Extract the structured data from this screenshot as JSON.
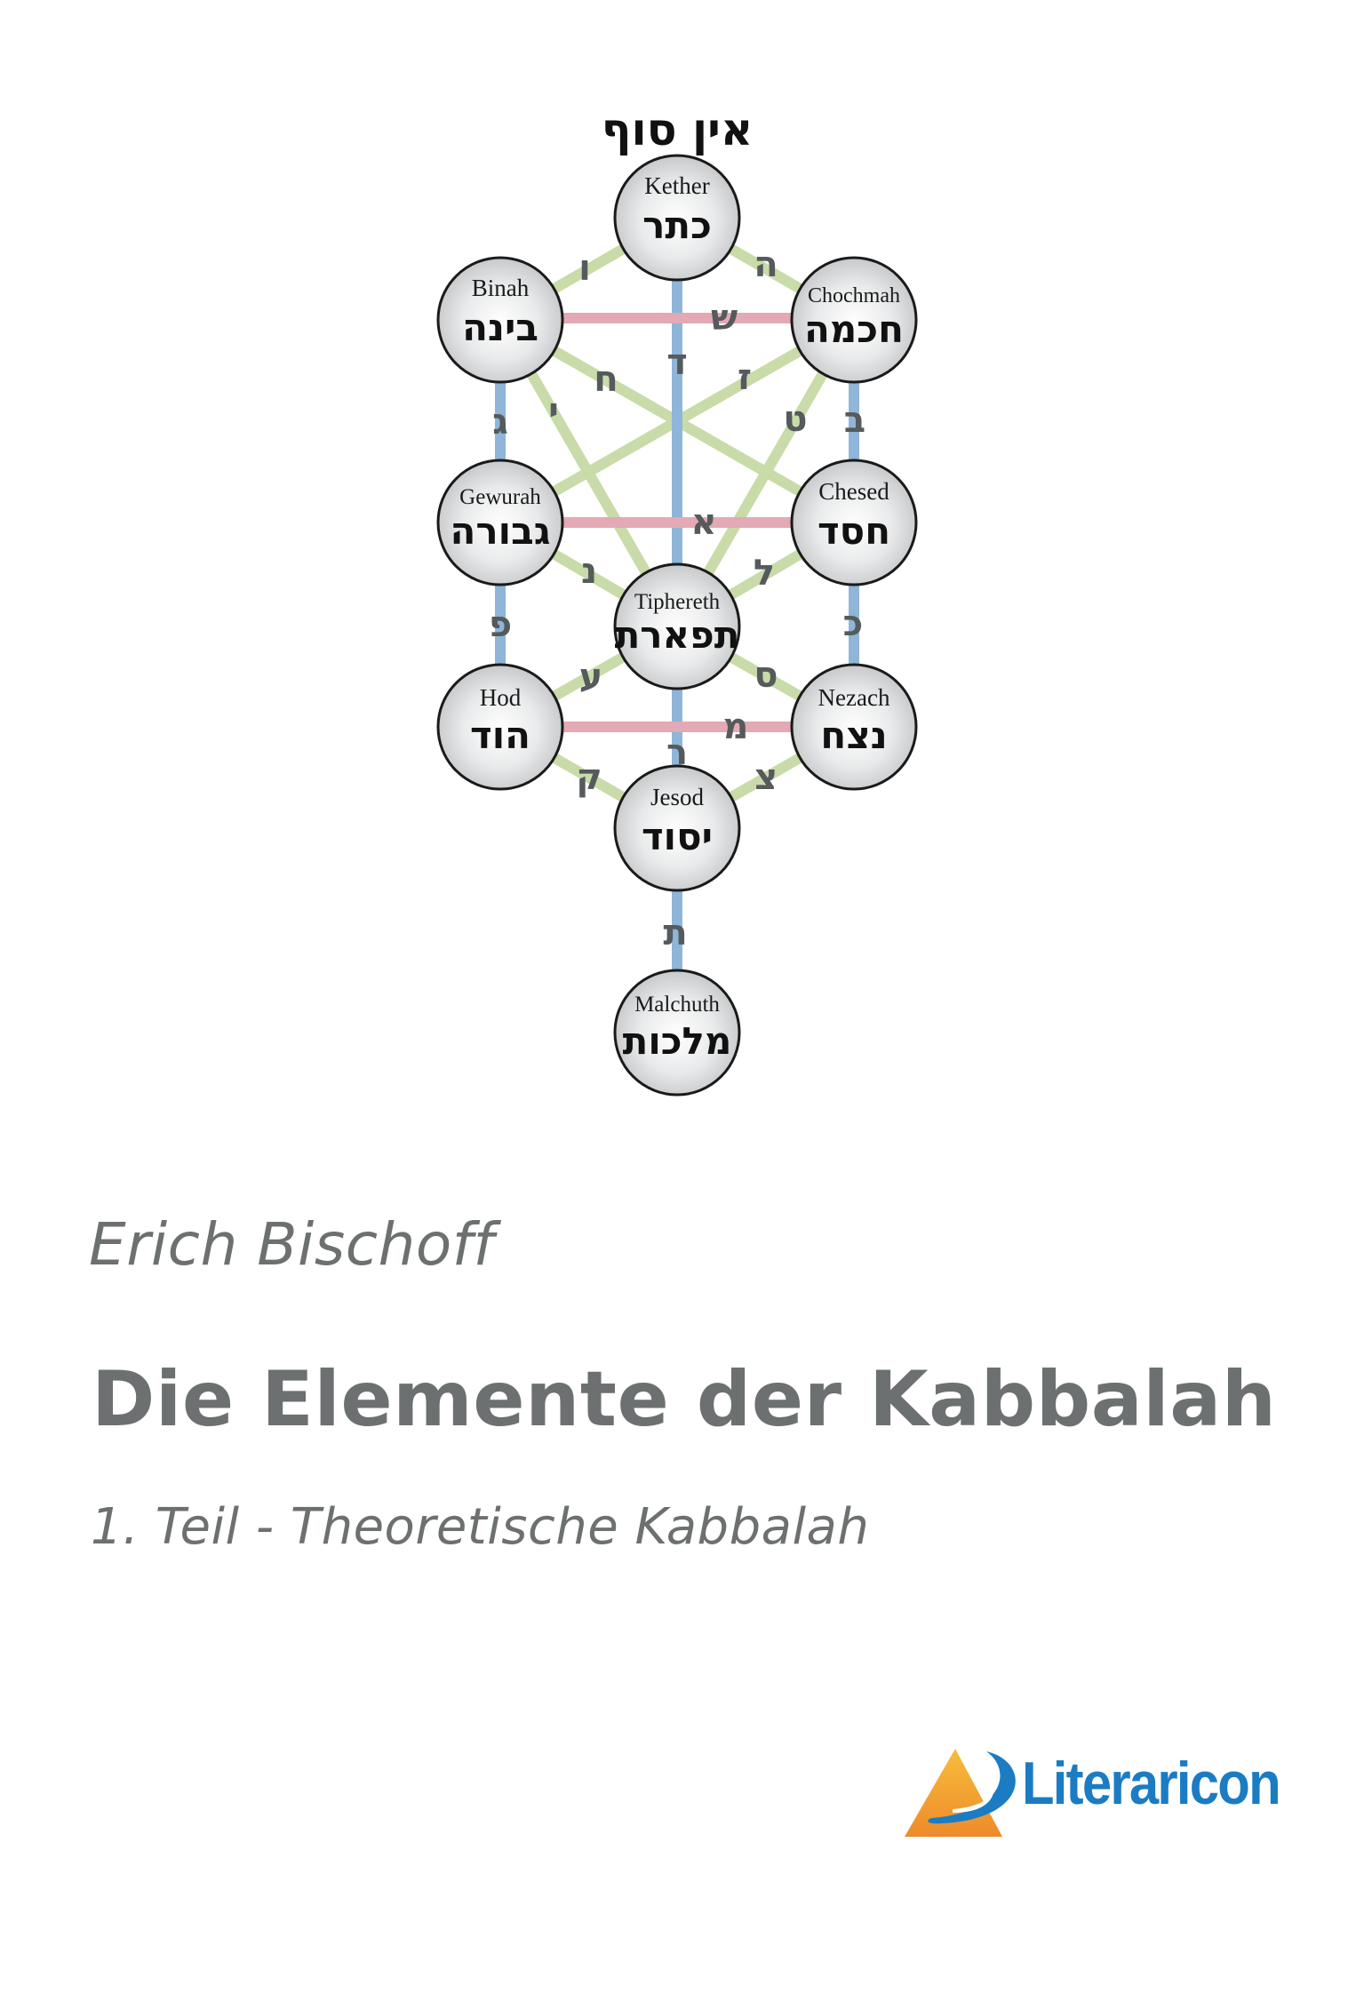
{
  "cover": {
    "author": "Erich Bischoff",
    "title": "Die Elemente der Kabbalah",
    "subtitle": "1. Teil - Theoretische Kabbalah",
    "publisher": "Literaricon",
    "colors": {
      "text_gray": "#6d7070",
      "publisher_blue": "#1b7cc3",
      "logo_orange": "#f2a23a",
      "path_green": "#c9dba8",
      "path_blue": "#8fb5d8",
      "path_red": "#e3a9b4"
    }
  },
  "tree": {
    "ein_sof": "אין סוף",
    "sefirot": {
      "kether": {
        "en": "Kether",
        "he": "כתר"
      },
      "binah": {
        "en": "Binah",
        "he": "בינה"
      },
      "chochmah": {
        "en": "Chochmah",
        "he": "חכמה"
      },
      "gewurah": {
        "en": "Gewurah",
        "he": "גבורה"
      },
      "chesed": {
        "en": "Chesed",
        "he": "חסד"
      },
      "tiphereth": {
        "en": "Tiphereth",
        "he": "תפארת"
      },
      "hod": {
        "en": "Hod",
        "he": "הוד"
      },
      "nezach": {
        "en": "Nezach",
        "he": "נצח"
      },
      "jesod": {
        "en": "Jesod",
        "he": "יסוד"
      },
      "malchuth": {
        "en": "Malchuth",
        "he": "מלכות"
      }
    },
    "path_letters": {
      "vav": "ו",
      "he": "ה",
      "shin": "ש",
      "dalet": "ד",
      "chet": "ח",
      "zayin": "ז",
      "yod": "י",
      "tet": "ט",
      "gimel": "ג",
      "bet": "ב",
      "alef": "א",
      "nun": "נ",
      "lamed": "ל",
      "pe": "פ",
      "kaf": "כ",
      "ayin": "ע",
      "samekh": "ס",
      "mem": "מ",
      "resh": "ר",
      "qof": "ק",
      "tsadi": "צ",
      "tav": "ת"
    }
  }
}
